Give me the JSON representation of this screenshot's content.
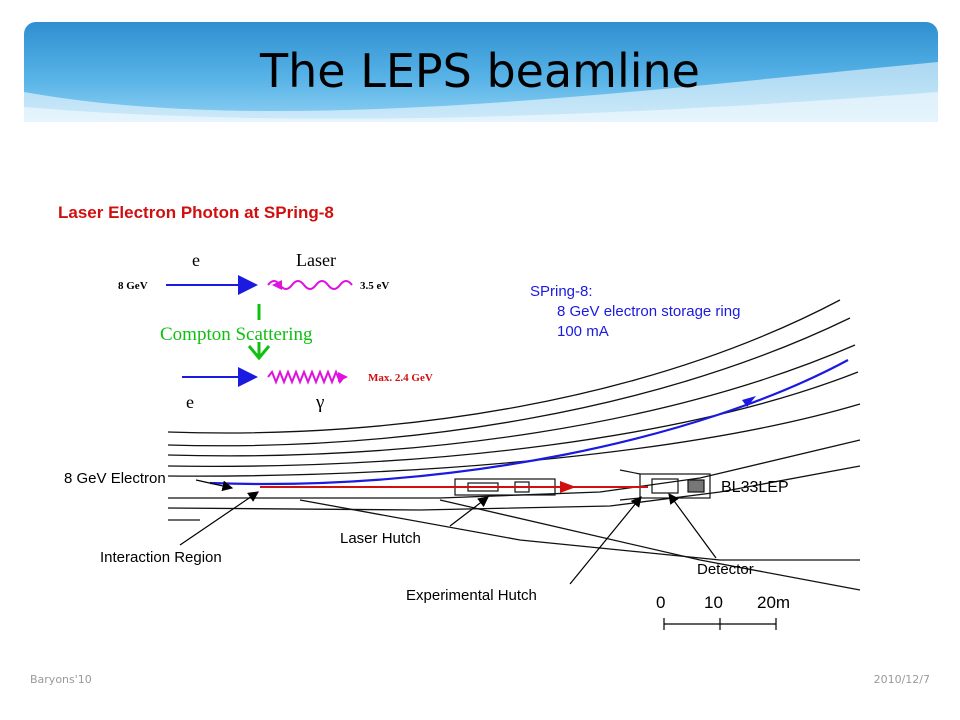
{
  "slide": {
    "title": "The LEPS beamline",
    "footer_left": "Baryons'10",
    "footer_right": "2010/12/7"
  },
  "diagram": {
    "heading": "Laser Electron Photon at SPring-8",
    "compton": {
      "e_label": "e",
      "laser_label": "Laser",
      "electron_energy": "8 GeV",
      "laser_energy": "3.5 eV",
      "process": "Compton Scattering",
      "gamma_energy": "Max. 2.4 GeV",
      "e_out_label": "e",
      "gamma_label": "γ"
    },
    "spring8": {
      "line1": "SPring-8:",
      "line2": "8 GeV electron storage ring",
      "line3": "100 mA"
    },
    "labels": {
      "electron": "8 GeV Electron",
      "interaction_region": "Interaction Region",
      "laser_hutch": "Laser Hutch",
      "experimental_hutch": "Experimental Hutch",
      "detector": "Detector",
      "beamline": "BL33LEP"
    },
    "scale": {
      "tick0": "0",
      "tick1": "10",
      "tick2": "20m"
    },
    "colors": {
      "heading": "#d01010",
      "electron": "#1a1ae0",
      "laser": "#e010e0",
      "compton": "#10c010",
      "photon_beam": "#d01010",
      "spring8_text": "#1a1ae0"
    }
  }
}
